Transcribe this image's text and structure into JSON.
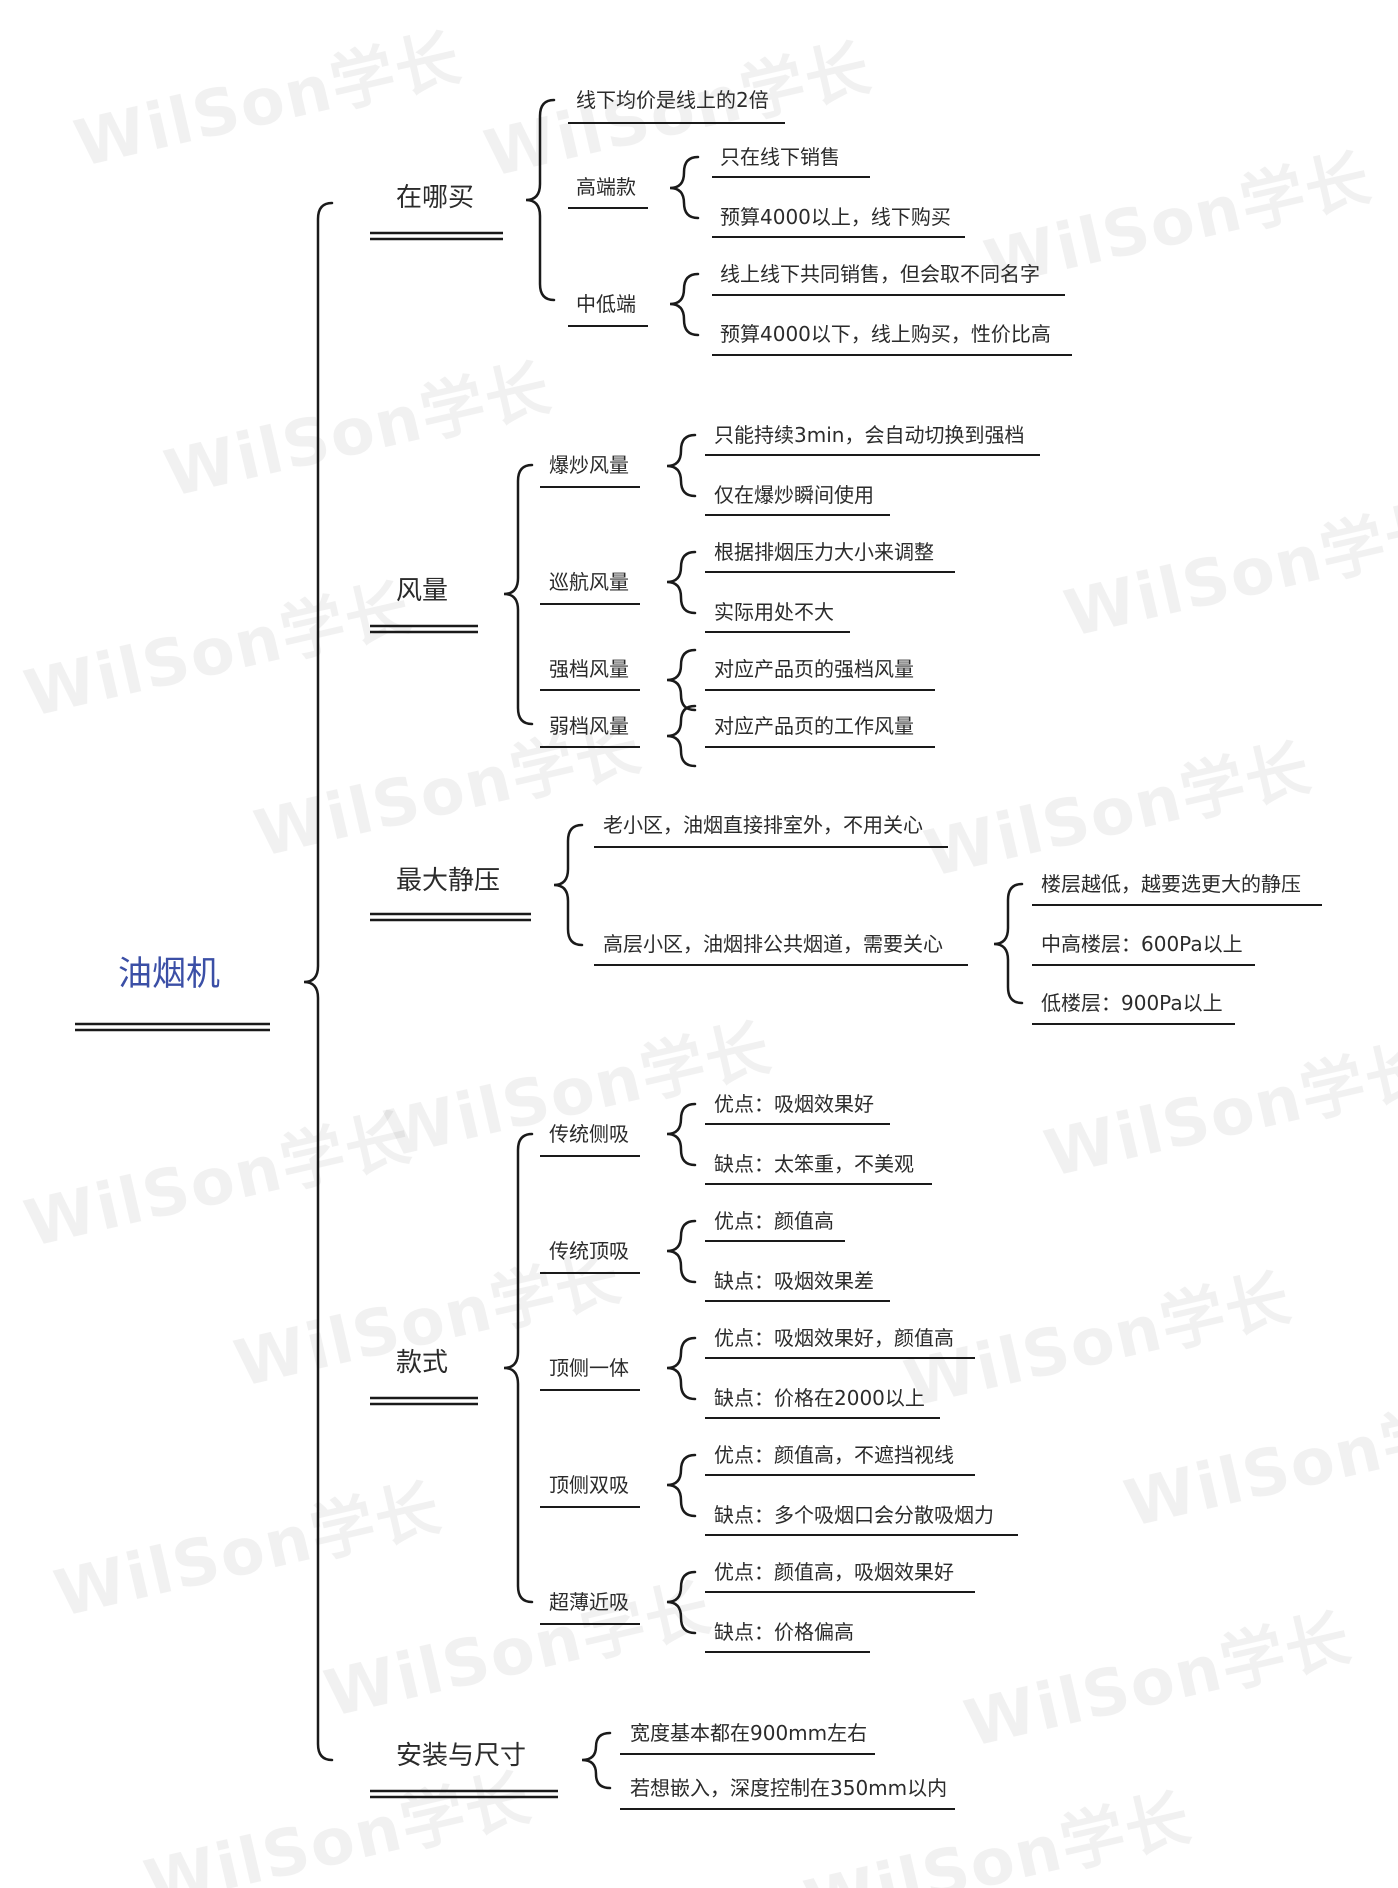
{
  "root": "油烟机",
  "watermark": "WilSon学长",
  "colors": {
    "root_text": "#3b4fa6",
    "line": "#1a1a1a",
    "text": "#2b2b2b"
  },
  "branches": [
    {
      "label": "在哪买",
      "children": [
        {
          "label": "线下均价是线上的2倍"
        },
        {
          "label": "高端款",
          "children": [
            "只在线下销售",
            "预算4000以上，线下购买"
          ]
        },
        {
          "label": "中低端",
          "children": [
            "线上线下共同销售，但会取不同名字",
            "预算4000以下，线上购买，性价比高"
          ]
        }
      ]
    },
    {
      "label": "风量",
      "children": [
        {
          "label": "爆炒风量",
          "children": [
            "只能持续3min，会自动切换到强档",
            "仅在爆炒瞬间使用"
          ]
        },
        {
          "label": "巡航风量",
          "children": [
            "根据排烟压力大小来调整",
            "实际用处不大"
          ]
        },
        {
          "label": "强档风量",
          "children": [
            "对应产品页的强档风量"
          ]
        },
        {
          "label": "弱档风量",
          "children": [
            "对应产品页的工作风量"
          ]
        }
      ]
    },
    {
      "label": "最大静压",
      "children": [
        {
          "label": "老小区，油烟直接排室外，不用关心"
        },
        {
          "label": "高层小区，油烟排公共烟道，需要关心",
          "children": [
            "楼层越低，越要选更大的静压",
            "中高楼层：600Pa以上",
            "低楼层：900Pa以上"
          ]
        }
      ]
    },
    {
      "label": "款式",
      "children": [
        {
          "label": "传统侧吸",
          "children": [
            "优点：吸烟效果好",
            "缺点：太笨重，不美观"
          ]
        },
        {
          "label": "传统顶吸",
          "children": [
            "优点：颜值高",
            "缺点：吸烟效果差"
          ]
        },
        {
          "label": "顶侧一体",
          "children": [
            "优点：吸烟效果好，颜值高",
            "缺点：价格在2000以上"
          ]
        },
        {
          "label": "顶侧双吸",
          "children": [
            "优点：颜值高，不遮挡视线",
            "缺点：多个吸烟口会分散吸烟力"
          ]
        },
        {
          "label": "超薄近吸",
          "children": [
            "优点：颜值高，吸烟效果好",
            "缺点：价格偏高"
          ]
        }
      ]
    },
    {
      "label": "安装与尺寸",
      "children": [
        {
          "label": "宽度基本都在900mm左右"
        },
        {
          "label": "若想嵌入，深度控制在350mm以内"
        }
      ]
    }
  ]
}
